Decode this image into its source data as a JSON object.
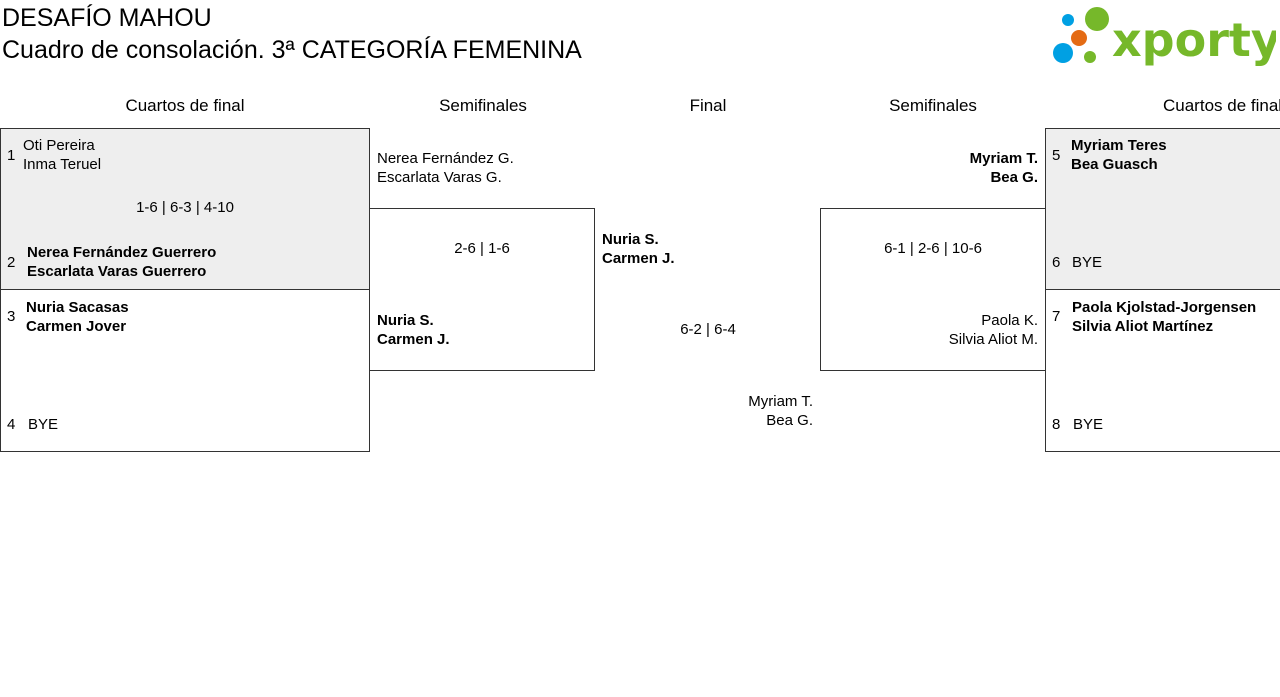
{
  "header": {
    "event": "DESAFÍO MAHOU",
    "subtitle": "Cuadro de consolación. 3ª CATEGORÍA FEMENINA"
  },
  "logo": {
    "text": "xporty",
    "color": "#76b82a",
    "dots": [
      "#00a0e3",
      "#e46b14",
      "#76b82a"
    ]
  },
  "rounds": {
    "qf_left": "Cuartos de final",
    "sf_left": "Semifinales",
    "final": "Final",
    "sf_right": "Semifinales",
    "qf_right": "Cuartos de final"
  },
  "qf_left": [
    {
      "seed": "1",
      "p1": "Oti Pereira",
      "p2": "Inma Teruel"
    },
    {
      "seed": "2",
      "p1": "Nerea Fernández Guerrero",
      "p2": "Escarlata Varas Guerrero"
    },
    {
      "seed": "3",
      "p1": "Nuria Sacasas",
      "p2": "Carmen Jover"
    },
    {
      "seed": "4",
      "p1": "BYE"
    }
  ],
  "qf_left_scores": [
    "1-6 | 6-3 | 4-10"
  ],
  "sf_left": {
    "top": {
      "p1": "Nerea Fernández G.",
      "p2": "Escarlata Varas G."
    },
    "bottom": {
      "p1": "Nuria S.",
      "p2": "Carmen J."
    },
    "score": "2-6 | 1-6"
  },
  "final": {
    "top": {
      "p1": "Nuria S.",
      "p2": "Carmen J."
    },
    "bottom": {
      "p1": "Myriam T.",
      "p2": "Bea G."
    },
    "score": "6-2 | 6-4"
  },
  "sf_right": {
    "top": {
      "p1": "Myriam T.",
      "p2": "Bea G."
    },
    "bottom": {
      "p1": "Paola K.",
      "p2": "Silvia Aliot M."
    },
    "score": "6-1 | 2-6 | 10-6"
  },
  "qf_right": [
    {
      "seed": "5",
      "p1": "Myriam Teres",
      "p2": "Bea Guasch"
    },
    {
      "seed": "6",
      "p1": "BYE"
    },
    {
      "seed": "7",
      "p1": "Paola Kjolstad-Jorgensen",
      "p2": "Silvia Aliot Martínez"
    },
    {
      "seed": "8",
      "p1": "BYE"
    }
  ]
}
